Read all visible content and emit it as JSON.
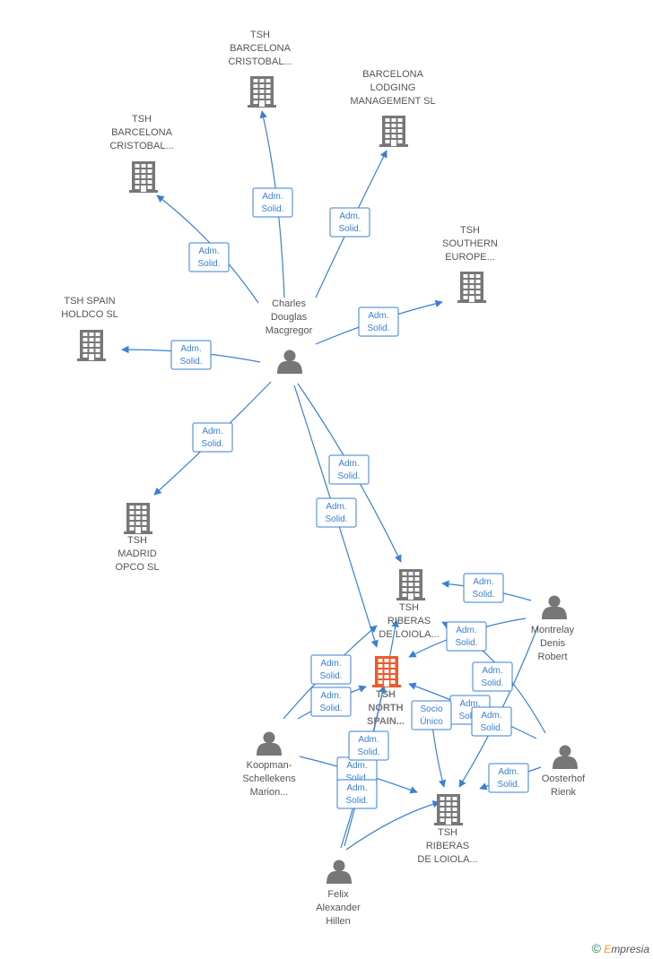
{
  "nodes": [
    {
      "id": "tsh-barcelona-cristobal-top",
      "type": "company",
      "lines": [
        "TSH",
        "BARCELONA",
        "CRISTOBAL..."
      ]
    },
    {
      "id": "barcelona-lodging",
      "type": "company",
      "lines": [
        "BARCELONA",
        "LODGING",
        "MANAGEMENT SL"
      ]
    },
    {
      "id": "tsh-barcelona-cristobal-left",
      "type": "company",
      "lines": [
        "TSH",
        "BARCELONA",
        "CRISTOBAL..."
      ]
    },
    {
      "id": "tsh-southern-europe",
      "type": "company",
      "lines": [
        "TSH",
        "SOUTHERN",
        "EUROPE..."
      ]
    },
    {
      "id": "tsh-spain-holdco",
      "type": "company",
      "lines": [
        "TSH SPAIN",
        "HOLDCO  SL"
      ]
    },
    {
      "id": "charles-macgregor",
      "type": "person",
      "lines": [
        "Charles",
        "Douglas",
        "Macgregor"
      ]
    },
    {
      "id": "tsh-madrid-opco",
      "type": "company",
      "lines": [
        "TSH",
        "MADRID",
        "OPCO  SL"
      ]
    },
    {
      "id": "tsh-riberas-1",
      "type": "company",
      "lines": [
        "TSH",
        "RIBERAS",
        "DE LOIOLA..."
      ]
    },
    {
      "id": "montrelay",
      "type": "person",
      "lines": [
        "Montrelay",
        "Denis",
        "Robert"
      ]
    },
    {
      "id": "tsh-north-spain",
      "type": "focus",
      "lines": [
        "TSH",
        "NORTH",
        "SPAIN..."
      ]
    },
    {
      "id": "koopman",
      "type": "person",
      "lines": [
        "Koopman-",
        "Schellekens",
        "Marion..."
      ]
    },
    {
      "id": "oosterhof",
      "type": "person",
      "lines": [
        "Oosterhof",
        "Rienk"
      ]
    },
    {
      "id": "tsh-riberas-2",
      "type": "company",
      "lines": [
        "TSH",
        "RIBERAS",
        "DE LOIOLA..."
      ]
    },
    {
      "id": "felix-hillen",
      "type": "person",
      "lines": [
        "Felix",
        "Alexander",
        "Hillen"
      ]
    }
  ],
  "edges": [
    {
      "from": "charles-macgregor",
      "to": "tsh-barcelona-cristobal-top",
      "label": [
        "Adm.",
        "Solid."
      ]
    },
    {
      "from": "charles-macgregor",
      "to": "barcelona-lodging",
      "label": [
        "Adm.",
        "Solid."
      ]
    },
    {
      "from": "charles-macgregor",
      "to": "tsh-barcelona-cristobal-left",
      "label": [
        "Adm.",
        "Solid."
      ]
    },
    {
      "from": "charles-macgregor",
      "to": "tsh-southern-europe",
      "label": [
        "Adm.",
        "Solid."
      ]
    },
    {
      "from": "charles-macgregor",
      "to": "tsh-spain-holdco",
      "label": [
        "Adm.",
        "Solid."
      ]
    },
    {
      "from": "charles-macgregor",
      "to": "tsh-madrid-opco",
      "label": [
        "Adm.",
        "Solid."
      ]
    },
    {
      "from": "charles-macgregor",
      "to": "tsh-riberas-1",
      "label": [
        "Adm.",
        "Solid."
      ]
    },
    {
      "from": "charles-macgregor",
      "to": "tsh-north-spain",
      "label": [
        "Adm.",
        "Solid."
      ]
    },
    {
      "from": "montrelay",
      "to": "tsh-riberas-1",
      "label": [
        "Adm.",
        "Solid."
      ]
    },
    {
      "from": "montrelay",
      "to": "tsh-north-spain",
      "label": [
        "Adm.",
        "Solid."
      ]
    },
    {
      "from": "montrelay",
      "to": "tsh-riberas-2",
      "label": [
        "Adm.",
        "Solid."
      ]
    },
    {
      "from": "oosterhof",
      "to": "tsh-riberas-1",
      "label": [
        "Adm.",
        "Solid."
      ]
    },
    {
      "from": "oosterhof",
      "to": "tsh-north-spain",
      "label": [
        "Adm.",
        "Solid."
      ]
    },
    {
      "from": "oosterhof",
      "to": "tsh-riberas-2",
      "label": [
        "Adm.",
        "Solid."
      ]
    },
    {
      "from": "koopman",
      "to": "tsh-riberas-1",
      "label": [
        "Adm.",
        "Solid."
      ]
    },
    {
      "from": "koopman",
      "to": "tsh-north-spain",
      "label": [
        "Adm.",
        "Solid."
      ]
    },
    {
      "from": "koopman",
      "to": "tsh-riberas-2",
      "label": [
        "Adm.",
        "Solid."
      ]
    },
    {
      "from": "felix-hillen",
      "to": "tsh-riberas-1",
      "label": [
        "Adm.",
        "Solid."
      ]
    },
    {
      "from": "felix-hillen",
      "to": "tsh-north-spain",
      "label": [
        "Adm.",
        "Solid."
      ]
    },
    {
      "from": "felix-hillen",
      "to": "tsh-riberas-2",
      "label": [
        "Adm.",
        "Solid."
      ]
    },
    {
      "from": "tsh-north-spain",
      "to": "tsh-riberas-2",
      "label": [
        "Socio",
        "Único"
      ]
    }
  ],
  "footer": {
    "symbol": "©",
    "brand_initial": "E",
    "brand_rest": "mpresia"
  },
  "colors": {
    "edge": "#3a7fd5",
    "company_icon": "#777777",
    "focus_icon": "#f05a28",
    "person_icon": "#777777"
  }
}
